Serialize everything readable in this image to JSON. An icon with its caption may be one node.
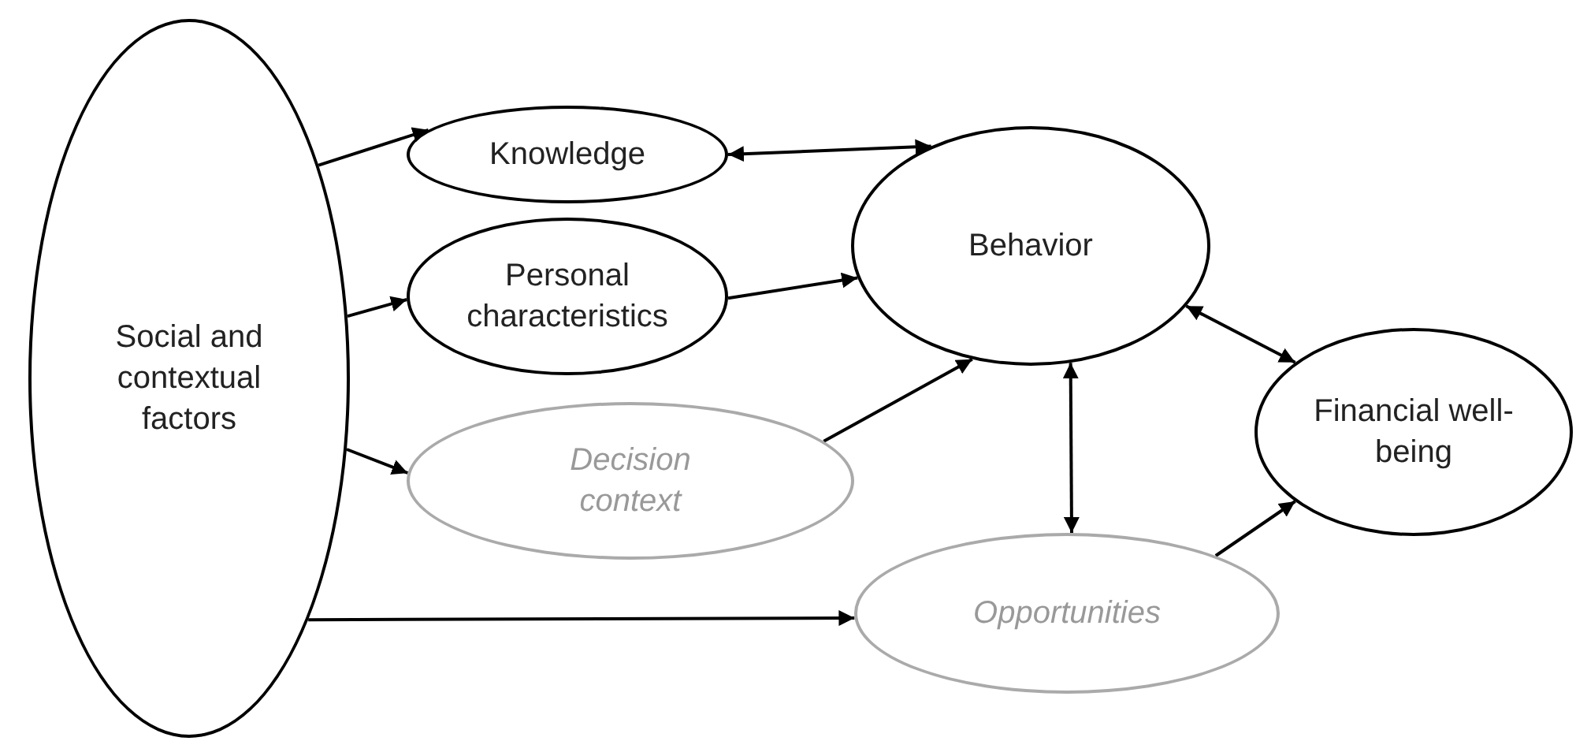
{
  "diagram": {
    "nodes": [
      {
        "text": [
          "Social and contextual factors"
        ]
      },
      {
        "text": [
          "Knowledge"
        ]
      },
      {
        "text": [
          "Personal characteristics"
        ]
      },
      {
        "text": [
          "Decision context"
        ]
      },
      {
        "text": [
          "Behavior"
        ]
      },
      {
        "text": [
          "Financial well-being"
        ]
      },
      {
        "text": [
          "Opportunities"
        ]
      }
    ],
    "edges": [
      {
        "from": 0,
        "to": 1,
        "arrow": "to"
      },
      {
        "from": 0,
        "to": 2,
        "arrow": "to"
      },
      {
        "from": 0,
        "to": 3,
        "arrow": "to"
      },
      {
        "from": 0,
        "to": 6,
        "arrow": "to"
      },
      {
        "from": 1,
        "to": 4,
        "arrow": "both"
      },
      {
        "from": 2,
        "to": 4,
        "arrow": "to"
      },
      {
        "from": 3,
        "to": 4,
        "arrow": "to"
      },
      {
        "from": 4,
        "to": 6,
        "arrow": "both"
      },
      {
        "from": 4,
        "to": 5,
        "arrow": "both"
      },
      {
        "from": 6,
        "to": 5,
        "arrow": "to"
      }
    ]
  }
}
